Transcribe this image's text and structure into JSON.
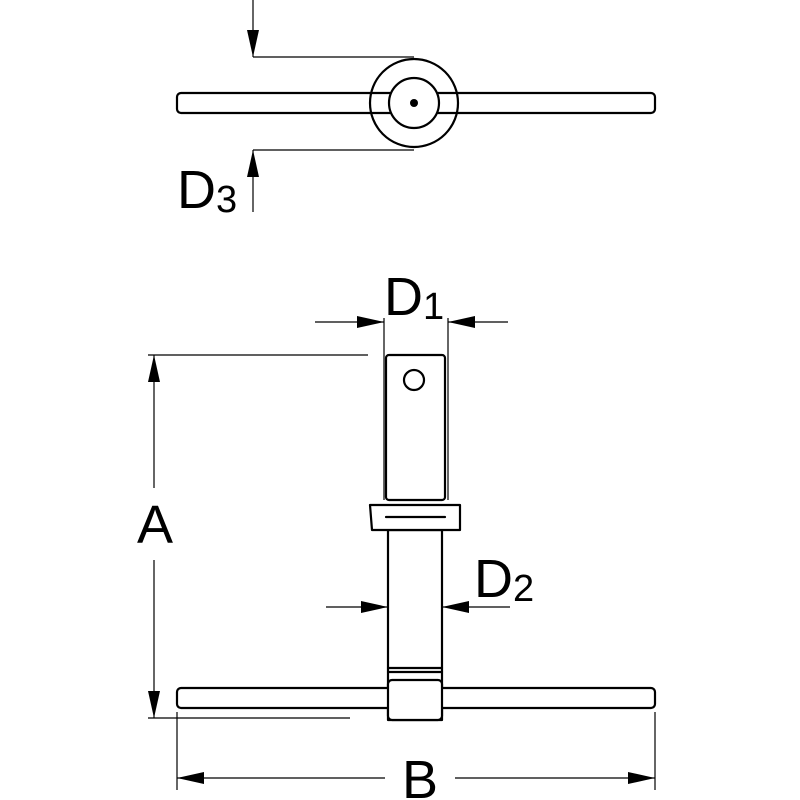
{
  "labels": {
    "d3": {
      "main": "D",
      "sub": "3"
    },
    "d1": {
      "main": "D",
      "sub": "1"
    },
    "d2": {
      "main": "D",
      "sub": "2"
    },
    "a": "A",
    "b": "B"
  }
}
